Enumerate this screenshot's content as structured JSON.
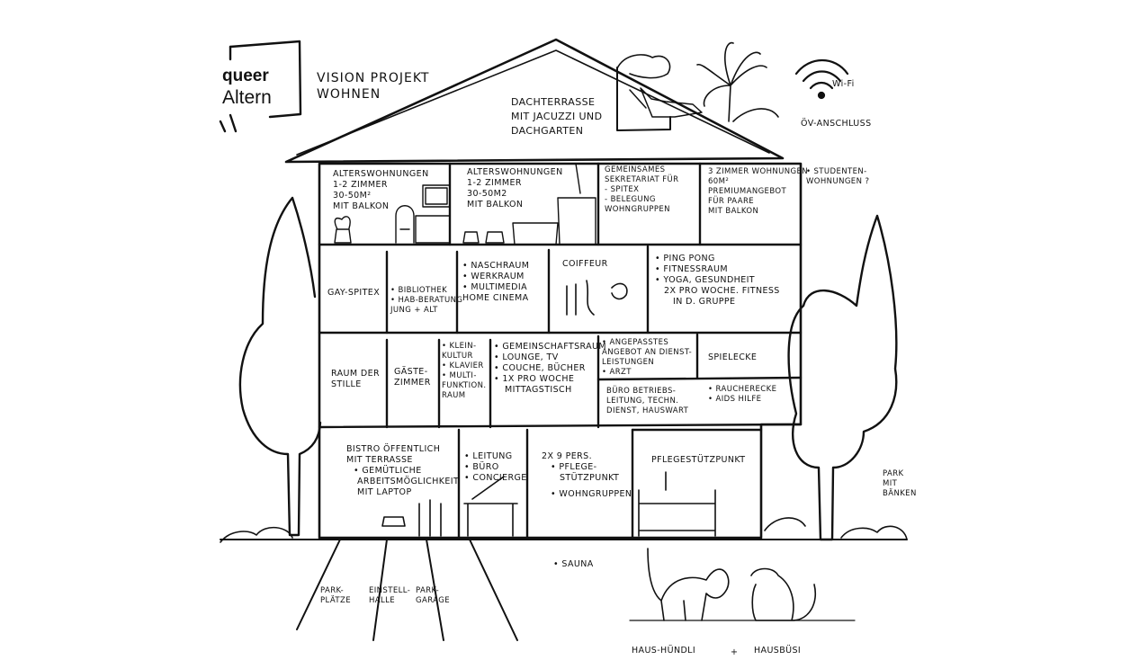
{
  "logo": {
    "line1": "queer",
    "line2": "Altern"
  },
  "title": {
    "line1": "Vision Projekt",
    "line2": "Wohnen"
  },
  "roof": {
    "terrace": [
      "Dachterrasse",
      "mit Jacuzzi und",
      "Dachgarten"
    ]
  },
  "wifi": {
    "label": "Wi-Fi"
  },
  "transit": {
    "label": "ÖV-Anschluss"
  },
  "floor3": {
    "room1": [
      "Alterswohnungen",
      "1-2 Zimmer",
      "30-50m²",
      "mit Balkon"
    ],
    "room2": [
      "Alterswohnungen",
      "1-2 Zimmer",
      "30-50m2",
      "mit Balkon"
    ],
    "room3": [
      "Gemeinsames",
      "Sekretariat für",
      "- Spitex",
      "- Belegung",
      "Wohngruppen"
    ],
    "room4": [
      "3 Zimmer Wohnungen",
      "60m²",
      "Premiumangebot",
      "für Paare",
      "mit Balkon"
    ],
    "outside": [
      "• Studenten-",
      "wohnungen ?"
    ]
  },
  "floor2": {
    "room1": [
      "Gay-Spitex"
    ],
    "room2": [
      "• Bibliothek",
      "• Hab-Beratung",
      "Jung + Alt"
    ],
    "room3": [
      "• Naschraum",
      "• Werkraum",
      "• Multimedia",
      "Home Cinema"
    ],
    "room4": [
      "Coiffeur"
    ],
    "room5": [
      "• Ping Pong",
      "• Fitnessraum",
      "• Yoga, Gesundheit",
      "2x pro Woche. Fitness",
      "in d. Gruppe"
    ]
  },
  "floor1": {
    "room1": [
      "Raum der",
      "Stille"
    ],
    "room2": [
      "Gäste-",
      "zimmer"
    ],
    "room3": [
      "• Klein-",
      "Kultur",
      "• Klavier",
      "• Multi-",
      "funktion.",
      "Raum"
    ],
    "room4": [
      "• Gemeinschaftsraum",
      "• Lounge, TV",
      "• Couche, Bücher",
      "• 1x pro Woche",
      "Mittagstisch"
    ],
    "room5": [
      "• Angepasstes",
      "Angebot an Dienst-",
      "leistungen",
      "• Arzt"
    ],
    "room6": [
      "Spielecke"
    ],
    "room7": [
      "Büro Betriebs-",
      "leitung, Techn.",
      "Dienst, Hauswart"
    ],
    "room8": [
      "• Raucherecke",
      "• Aids Hilfe"
    ]
  },
  "ground": {
    "room1": [
      "Bistro öffentlich",
      "mit Terrasse",
      "• Gemütliche",
      "Arbeitsmöglichkeit",
      "mit Laptop"
    ],
    "room2": [
      "• Leitung",
      "• Büro",
      "• Concierge"
    ],
    "room3": [
      "2x 9 Pers.",
      "• Pflege-",
      "stützpunkt",
      "• Wohngruppen"
    ],
    "room4": [
      "Pflegestützpunkt"
    ]
  },
  "basement": {
    "sauna": "• Sauna",
    "parking1": [
      "Park-",
      "plätze"
    ],
    "parking2": [
      "Einstell-",
      "halle"
    ],
    "parking3": [
      "Park-",
      "garage"
    ]
  },
  "park": [
    "Park",
    "mit",
    "Bänken"
  ],
  "pets": {
    "dog": "Haus-Hündli",
    "plus": "+",
    "cat": "Hausbüsi"
  }
}
